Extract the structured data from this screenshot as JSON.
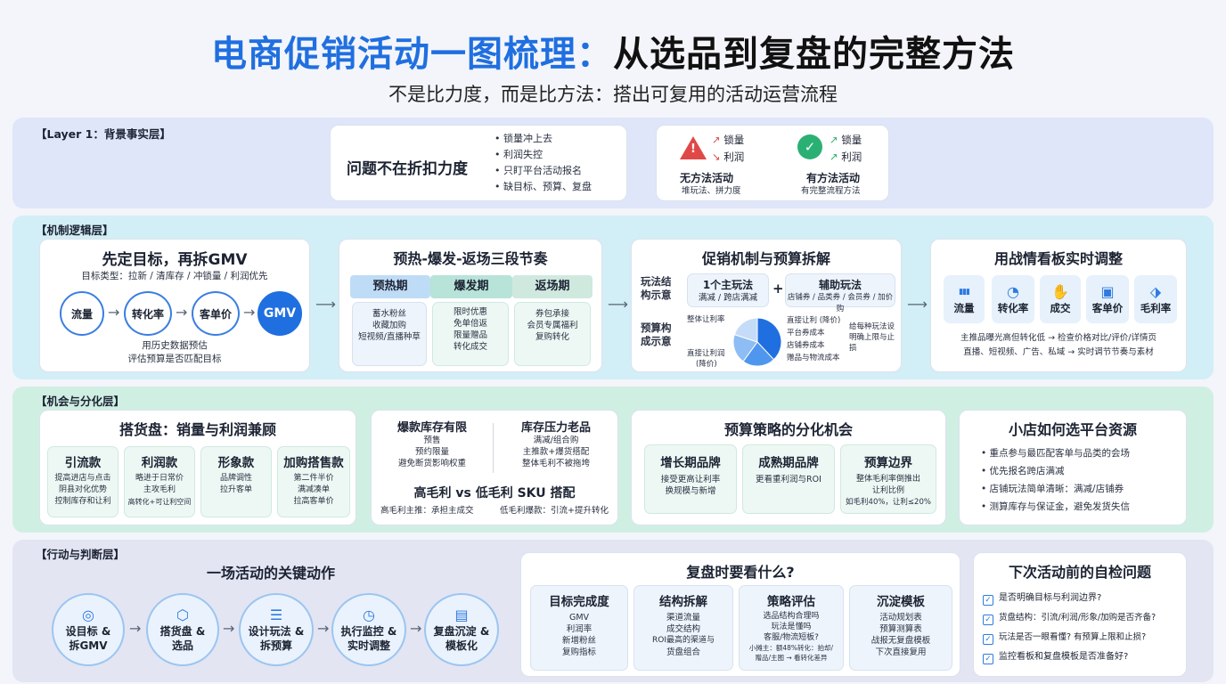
{
  "header": {
    "title_part1": "电商促销活动一图梳理：",
    "title_part2": "从选品到复盘的完整方法",
    "subtitle": "不是比力度，而是比方法：搭出可复用的活动运营流程"
  },
  "layer1": {
    "label": "【Layer 1：背景事实层】",
    "problem_title": "问题不在折扣力度",
    "bullets": [
      "锁量冲上去",
      "利润失控",
      "只盯平台活动报名",
      "缺目标、预算、复盘"
    ],
    "compare": {
      "bad": {
        "up": "锁量",
        "down": "利润",
        "title": "无方法活动",
        "desc": "堆玩法、拼力度"
      },
      "good": {
        "up": "锁量",
        "down": "利润",
        "title": "有方法活动",
        "desc": "有完整流程方法"
      }
    }
  },
  "mechanism": {
    "label": "【机制逻辑层】",
    "goal": {
      "title": "先定目标，再拆GMV",
      "types": "目标类型：拉新 / 清库存 / 冲锁量 / 利润优先",
      "flow": [
        "流量",
        "转化率",
        "客单价",
        "GMV"
      ],
      "note1": "用历史数据预估",
      "note2": "评估预算是否匹配目标"
    },
    "rhythm": {
      "title": "预热-爆发-返场三段节奏",
      "phases": [
        {
          "name": "预热期",
          "lines": [
            "蓄水粉丝",
            "收藏加购",
            "短视频/直播种草"
          ]
        },
        {
          "name": "爆发期",
          "lines": [
            "限时优惠",
            "免单倍返",
            "限量赠品",
            "转化成交"
          ]
        },
        {
          "name": "返场期",
          "lines": [
            "券包承接",
            "会员专属福利",
            "复购转化"
          ]
        }
      ]
    },
    "budget": {
      "title": "促销机制与预算拆解",
      "label1": "玩法结构示意",
      "main_title": "1个主玩法",
      "main_desc": "满减 / 跨店满减",
      "plus": "+",
      "aux_title": "辅助玩法",
      "aux_desc": "店铺券 / 品类券 / 会员券 / 加价购",
      "label2": "预算构成示意",
      "pie_left1": "整体让利率",
      "pie_left2": "直接让利润",
      "pie_left3": "(降价)",
      "pie_items": [
        "直接让利 (降价)",
        "平台券成本",
        "店铺券成本",
        "赠品与物流成本"
      ],
      "pie_values": [
        38,
        22,
        20,
        20
      ],
      "pie_colors": [
        "#1f6fe0",
        "#4f97ee",
        "#8dbdf4",
        "#c5dcf8"
      ],
      "side_note": "给每种玩法设明确上限与止损"
    },
    "dashboard": {
      "title": "用战情看板实时调整",
      "metrics": [
        {
          "icon": "bar-chart-icon",
          "glyph": "▮▮▮",
          "label": "流量"
        },
        {
          "icon": "pie-chart-icon",
          "glyph": "◔",
          "label": "转化率"
        },
        {
          "icon": "hand-coin-icon",
          "glyph": "✋",
          "label": "成交"
        },
        {
          "icon": "cash-icon",
          "glyph": "▣",
          "label": "客单价"
        },
        {
          "icon": "price-tag-icon",
          "glyph": "⬗",
          "label": "毛利率"
        }
      ],
      "note1": "主推品曝光高但转化低 → 检查价格对比/评价/详情页",
      "note2": "直播、短视频、广告、私域 → 实时调节节奏与素材"
    }
  },
  "opportunity": {
    "label": "【机会与分化层】",
    "assortment": {
      "title": "搭货盘：销量与利润兼顾",
      "items": [
        {
          "name": "引流款",
          "lines": [
            "提高进店与点击",
            "阴县对化优势",
            "控制库存和让利"
          ]
        },
        {
          "name": "利润款",
          "lines": [
            "略进于日常价",
            "主攻毛利",
            "高转化+可让利空间"
          ]
        },
        {
          "name": "形象款",
          "lines": [
            "品牌调性",
            "拉升客单"
          ]
        },
        {
          "name": "加购搭售款",
          "lines": [
            "第二件半价",
            "满减凑单",
            "拉高客单价"
          ]
        }
      ]
    },
    "inventory": {
      "hot_title": "爆款库存有限",
      "hot_lines": [
        "预售",
        "预约限量",
        "避免断货影响权重"
      ],
      "old_title": "库存压力老品",
      "old_lines": [
        "满减/组合购",
        "主推款+爆货搭配",
        "整体毛利不被拖垮"
      ],
      "sku_title": "高毛利 vs 低毛利 SKU 搭配",
      "sku_left": "高毛利主推：承担主成交",
      "sku_right": "低毛利爆款：引流+提升转化"
    },
    "strategy": {
      "title": "预算策略的分化机会",
      "items": [
        {
          "name": "增长期品牌",
          "lines": [
            "接受更高让利率",
            "换规模与新增"
          ]
        },
        {
          "name": "成熟期品牌",
          "lines": [
            "更看重利润与ROI"
          ]
        },
        {
          "name": "预算边界",
          "lines": [
            "整体毛利率倒推出",
            "让利比例",
            "如毛利40%，让利≤20%"
          ]
        }
      ]
    },
    "small_shop": {
      "title": "小店如何选平台资源",
      "bullets": [
        "重点参与最匹配客单与品类的会场",
        "优先报名跨店满减",
        "店铺玩法简单清晰：满减/店铺券",
        "测算库存与保证金，避免发货失信"
      ]
    }
  },
  "action": {
    "label": "【行动与判断层】",
    "steps_title": "一场活动的关键动作",
    "steps": [
      {
        "icon": "target-icon",
        "glyph": "◎",
        "line1": "设目标 &",
        "line2": "拆GMV"
      },
      {
        "icon": "box-icon",
        "glyph": "⬡",
        "line1": "搭货盘 &",
        "line2": "选品"
      },
      {
        "icon": "settings-list-icon",
        "glyph": "☰",
        "line1": "设计玩法 &",
        "line2": "拆预算"
      },
      {
        "icon": "clock-icon",
        "glyph": "◷",
        "line1": "执行监控 &",
        "line2": "实时调整"
      },
      {
        "icon": "document-icon",
        "glyph": "▤",
        "line1": "复盘沉淀 &",
        "line2": "模板化"
      }
    ],
    "review": {
      "title": "复盘时要看什么?",
      "cols": [
        {
          "name": "目标完成度",
          "lines": [
            "GMV",
            "利润率",
            "新增粉丝",
            "复购指标"
          ]
        },
        {
          "name": "结构拆解",
          "lines": [
            "渠道流量",
            "成交结构",
            "ROI最高的渠道与",
            "货盘组合"
          ]
        },
        {
          "name": "策略评估",
          "lines": [
            "选品结构合理吗",
            "玩法是懂吗",
            "客服/物流短板?",
            "小摊主：额48%转化：拍却/",
            "赠品/主图 → 看转化差异"
          ]
        },
        {
          "name": "沉淀模板",
          "lines": [
            "活动规划表",
            "预算测算表",
            "战报无复盘模板",
            "下次直接复用"
          ]
        }
      ]
    },
    "checklist": {
      "title": "下次活动前的自检问题",
      "items": [
        "是否明确目标与利润边界?",
        "货盘结构：引流/利润/形象/加购是否齐备?",
        "玩法是否一眼看懂? 有预算上限和止损?",
        "监控看板和复盘模板是否准备好?"
      ]
    }
  }
}
